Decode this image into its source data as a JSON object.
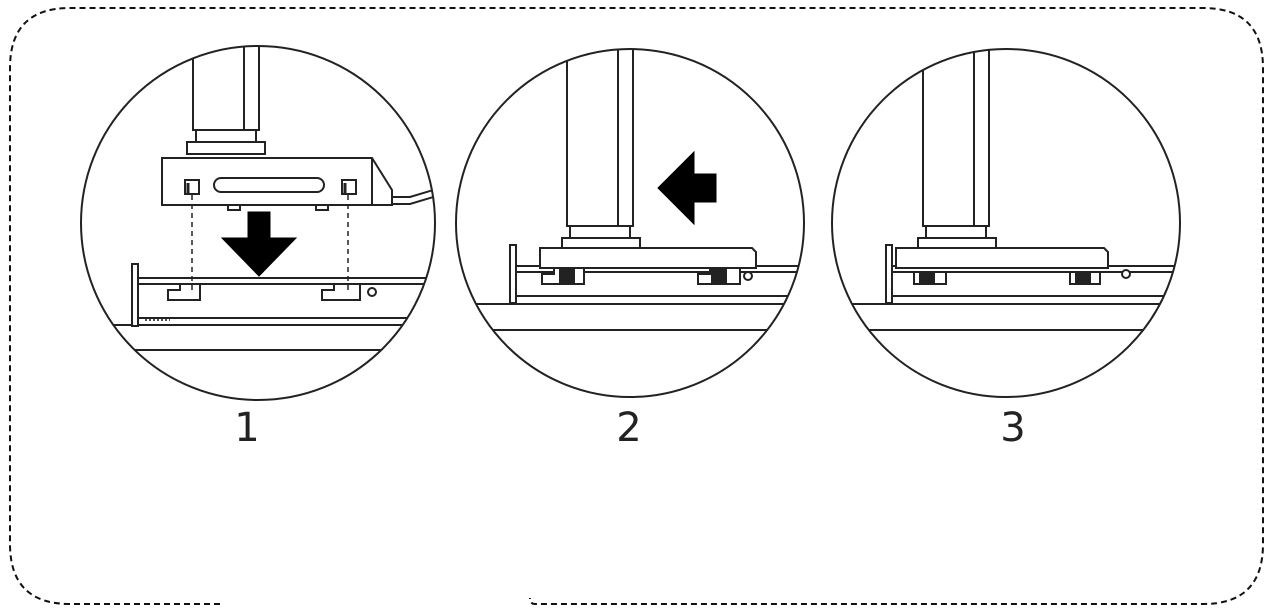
{
  "steps": [
    {
      "number": "1",
      "arrow": "down-arrow-icon"
    },
    {
      "number": "2",
      "arrow": "left-arrow-icon"
    },
    {
      "number": "3",
      "arrow": ""
    }
  ],
  "colors": {
    "line": "#222222",
    "fill": "#ffffff",
    "arrow": "#000000",
    "hatch": "#555555"
  }
}
